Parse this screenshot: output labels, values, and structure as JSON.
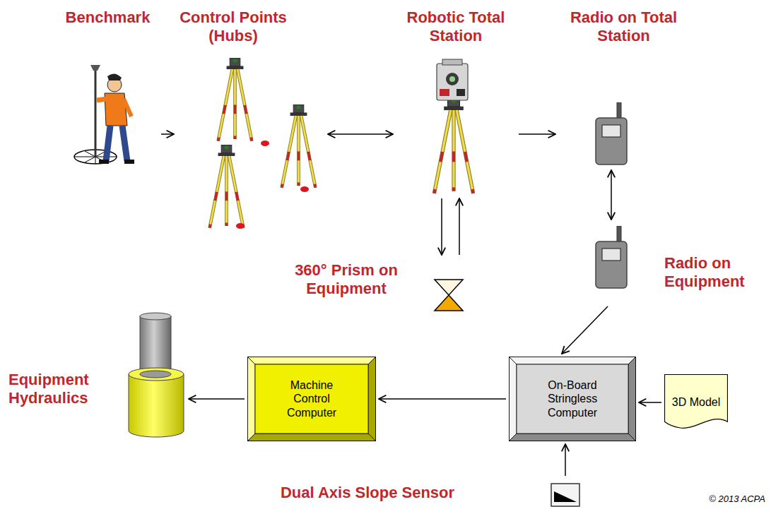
{
  "diagram": {
    "nodes": [
      {
        "text": [
          "Benchmark"
        ]
      },
      {
        "text": [
          "Control Points (Hubs)"
        ]
      },
      {
        "text": [
          "Robotic Total Station"
        ]
      },
      {
        "text": [
          "Radio on Total Station"
        ]
      },
      {
        "text": [
          "360° Prism on Equipment"
        ]
      },
      {
        "text": [
          "Radio on Equipment"
        ]
      },
      {
        "text": [
          "Equipment Hydraulics"
        ]
      },
      {
        "text": [
          "Machine Control Computer"
        ]
      },
      {
        "text": [
          "On-Board Stringless Computer"
        ]
      },
      {
        "text": [
          "3D Model"
        ]
      },
      {
        "text": [
          "Dual Axis Slope Sensor"
        ]
      }
    ],
    "edges": [
      {
        "from": 0,
        "to": 1,
        "arrow": "to"
      },
      {
        "from": 1,
        "to": 2,
        "arrow": "both"
      },
      {
        "from": 2,
        "to": 3,
        "arrow": "to"
      },
      {
        "from": 2,
        "to": 4,
        "arrow": "to"
      },
      {
        "from": 4,
        "to": 2,
        "arrow": "to"
      },
      {
        "from": 3,
        "to": 5,
        "arrow": "both"
      },
      {
        "from": 5,
        "to": 8,
        "arrow": "to"
      },
      {
        "from": 8,
        "to": 7,
        "arrow": "to"
      },
      {
        "from": 7,
        "to": 6,
        "arrow": "to"
      },
      {
        "from": 9,
        "to": 8,
        "arrow": "to"
      },
      {
        "from": 10,
        "to": 8,
        "arrow": "to"
      }
    ],
    "labels": [
      "© 2013 ACPA"
    ]
  }
}
